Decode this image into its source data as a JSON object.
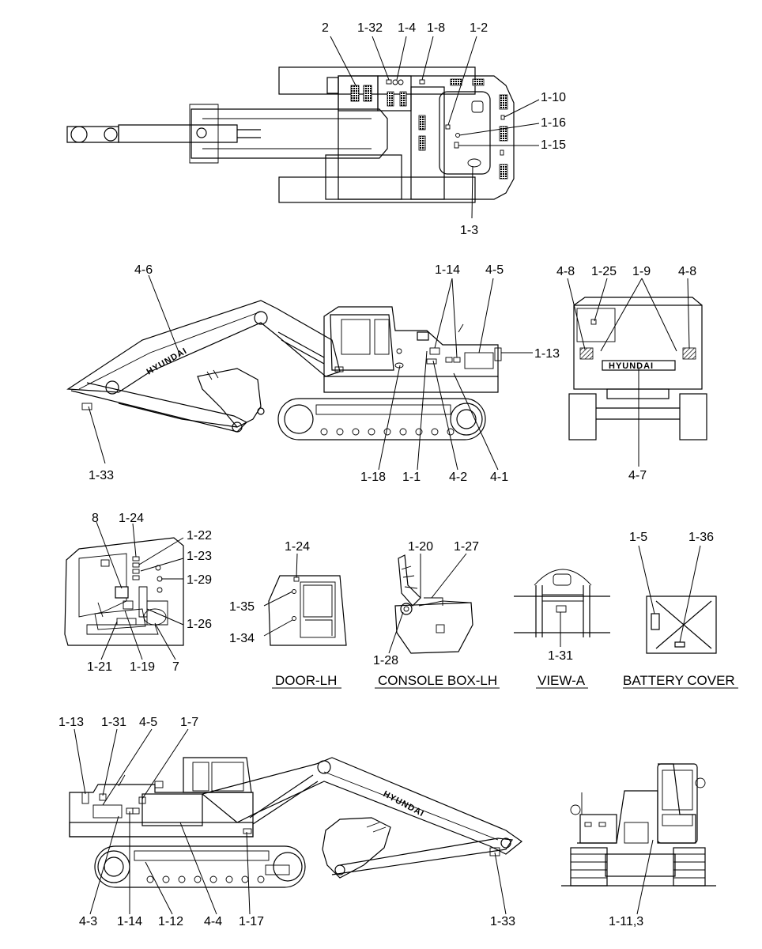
{
  "views": {
    "top": {
      "labels": [
        "2",
        "1-32",
        "1-4",
        "1-8",
        "1-2",
        "1-10",
        "1-16",
        "1-15",
        "1-3"
      ]
    },
    "left_side": {
      "labels": [
        "4-6",
        "1-14",
        "4-5",
        "1-13",
        "1-33",
        "1-18",
        "1-1",
        "4-2",
        "4-1"
      ],
      "boom_brand": "HYUNDAI"
    },
    "rear": {
      "labels": [
        "4-8",
        "1-25",
        "1-9",
        "4-8",
        "4-7"
      ],
      "brand": "HYUNDAI"
    },
    "cab_interior": {
      "labels": [
        "8",
        "1-24",
        "1-22",
        "1-23",
        "1-29",
        "1-26",
        "1-21",
        "1-19",
        "7"
      ]
    },
    "door_lh": {
      "labels": [
        "1-24",
        "1-35",
        "1-34"
      ],
      "caption": "DOOR-LH"
    },
    "console_box_lh": {
      "labels": [
        "1-20",
        "1-27",
        "1-28"
      ],
      "caption": "CONSOLE BOX-LH"
    },
    "view_a": {
      "labels": [
        "1-31"
      ],
      "caption": "VIEW-A"
    },
    "battery_cover": {
      "labels": [
        "1-5",
        "1-36"
      ],
      "caption": "BATTERY COVER"
    },
    "right_side": {
      "labels": [
        "1-13",
        "1-31",
        "4-5",
        "1-7",
        "1-33",
        "4-3",
        "1-14",
        "1-12",
        "4-4",
        "1-17"
      ],
      "boom_brand": "HYUNDAI"
    },
    "front": {
      "labels": [
        "1-11,3"
      ]
    }
  }
}
